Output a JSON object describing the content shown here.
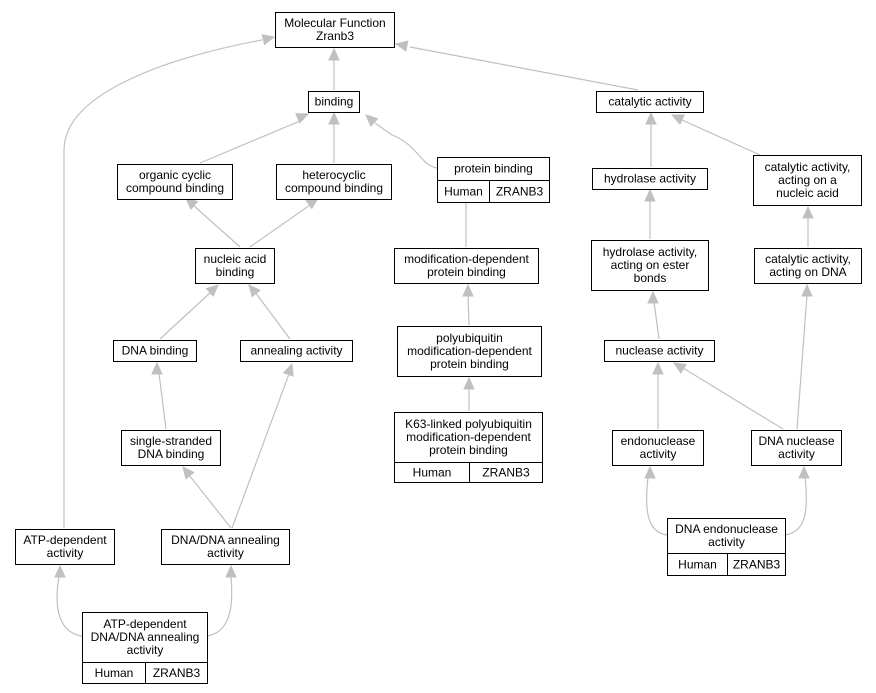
{
  "colors": {
    "edge": "#c0c0c0",
    "node_border": "#000000",
    "annotation_fill": "#ff6347"
  },
  "nodes": {
    "mf": {
      "lines": [
        "Molecular Function",
        "Zranb3"
      ]
    },
    "binding": {
      "lines": [
        "binding"
      ]
    },
    "catalytic": {
      "lines": [
        "catalytic activity"
      ]
    },
    "organic": {
      "lines": [
        "organic cyclic",
        "compound binding"
      ]
    },
    "hetero": {
      "lines": [
        "heterocyclic",
        "compound binding"
      ]
    },
    "protein": {
      "lines": [
        "protein binding"
      ],
      "annotation": [
        "Human",
        "ZRANB3"
      ]
    },
    "hydrolase": {
      "lines": [
        "hydrolase activity"
      ]
    },
    "catnuc": {
      "lines": [
        "catalytic activity,",
        "acting on a",
        "nucleic acid"
      ]
    },
    "nucacid": {
      "lines": [
        "nucleic acid",
        "binding"
      ]
    },
    "moddep": {
      "lines": [
        "modification-dependent",
        "protein binding"
      ]
    },
    "hydester": {
      "lines": [
        "hydrolase activity,",
        "acting on ester",
        "bonds"
      ]
    },
    "catdna": {
      "lines": [
        "catalytic activity,",
        "acting on DNA"
      ]
    },
    "dnabind": {
      "lines": [
        "DNA binding"
      ]
    },
    "anneal": {
      "lines": [
        "annealing activity"
      ]
    },
    "polyub": {
      "lines": [
        "polyubiquitin",
        "modification-dependent",
        "protein binding"
      ]
    },
    "nuclease": {
      "lines": [
        "nuclease activity"
      ]
    },
    "ssdna": {
      "lines": [
        "single-stranded",
        "DNA binding"
      ]
    },
    "k63": {
      "lines": [
        "K63-linked polyubiquitin",
        "modification-dependent",
        "protein binding"
      ],
      "annotation": [
        "Human",
        "ZRANB3"
      ]
    },
    "endo": {
      "lines": [
        "endonuclease",
        "activity"
      ]
    },
    "dnanuc": {
      "lines": [
        "DNA nuclease",
        "activity"
      ]
    },
    "atpdep": {
      "lines": [
        "ATP-dependent",
        "activity"
      ]
    },
    "dnaanneal": {
      "lines": [
        "DNA/DNA annealing",
        "activity"
      ]
    },
    "dnaendo": {
      "lines": [
        "DNA endonuclease",
        "activity"
      ],
      "annotation": [
        "Human",
        "ZRANB3"
      ]
    },
    "atpanneal": {
      "lines": [
        "ATP-dependent",
        "DNA/DNA annealing",
        "activity"
      ],
      "annotation": [
        "Human",
        "ZRANB3"
      ]
    }
  },
  "edges": [
    {
      "from": "binding",
      "to": "mf"
    },
    {
      "from": "catalytic",
      "to": "mf"
    },
    {
      "from": "atpdep",
      "to": "mf"
    },
    {
      "from": "organic",
      "to": "binding"
    },
    {
      "from": "hetero",
      "to": "binding"
    },
    {
      "from": "protein",
      "to": "binding"
    },
    {
      "from": "hydrolase",
      "to": "catalytic"
    },
    {
      "from": "catnuc",
      "to": "catalytic"
    },
    {
      "from": "nucacid",
      "to": "organic"
    },
    {
      "from": "nucacid",
      "to": "hetero"
    },
    {
      "from": "moddep",
      "to": "protein"
    },
    {
      "from": "hydester",
      "to": "hydrolase"
    },
    {
      "from": "catdna",
      "to": "catnuc"
    },
    {
      "from": "dnabind",
      "to": "nucacid"
    },
    {
      "from": "anneal",
      "to": "nucacid"
    },
    {
      "from": "polyub",
      "to": "moddep"
    },
    {
      "from": "nuclease",
      "to": "hydester"
    },
    {
      "from": "ssdna",
      "to": "dnabind"
    },
    {
      "from": "dnaanneal",
      "to": "anneal"
    },
    {
      "from": "k63",
      "to": "polyub"
    },
    {
      "from": "endo",
      "to": "nuclease"
    },
    {
      "from": "dnanuc",
      "to": "nuclease"
    },
    {
      "from": "dnanuc",
      "to": "catdna"
    },
    {
      "from": "dnaanneal",
      "to": "ssdna"
    },
    {
      "from": "dnaendo",
      "to": "endo"
    },
    {
      "from": "dnaendo",
      "to": "dnanuc"
    },
    {
      "from": "atpanneal",
      "to": "atpdep"
    },
    {
      "from": "atpanneal",
      "to": "dnaanneal"
    }
  ]
}
